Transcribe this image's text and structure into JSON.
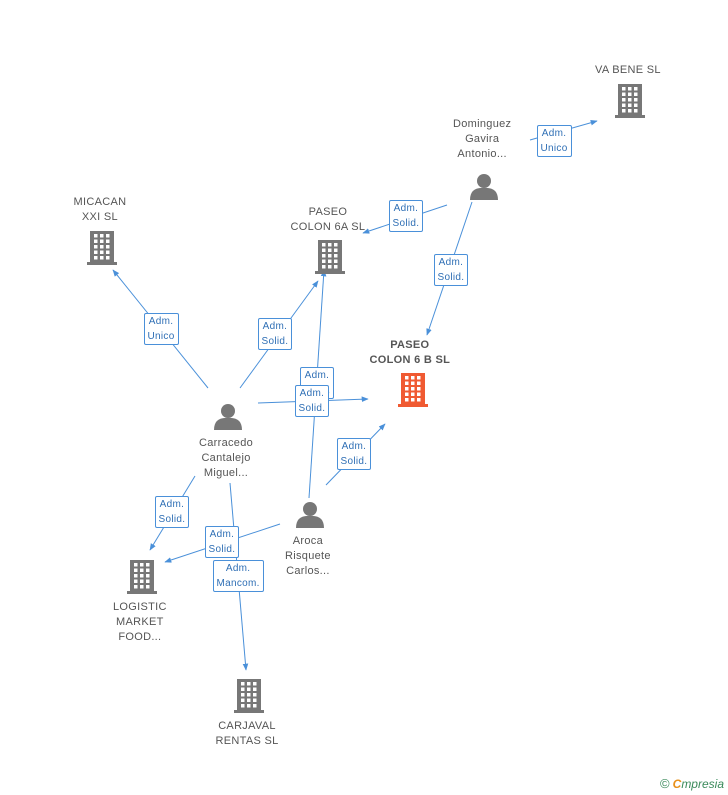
{
  "colors": {
    "company": "#777777",
    "focus": "#f05a32",
    "person": "#777777",
    "edge": "#4a90d9"
  },
  "nodes": [
    {
      "id": "vabene",
      "kind": "company",
      "lines": [
        "VA BENE SL"
      ]
    },
    {
      "id": "dominguez",
      "kind": "person",
      "lines": [
        "Dominguez",
        "Gavira",
        "Antonio..."
      ]
    },
    {
      "id": "micacan",
      "kind": "company",
      "lines": [
        "MICACAN",
        "XXI SL"
      ]
    },
    {
      "id": "paseo6a",
      "kind": "company",
      "lines": [
        "PASEO",
        "COLON 6A SL"
      ]
    },
    {
      "id": "paseo6b",
      "kind": "company",
      "focus": true,
      "lines": [
        "PASEO",
        "COLON 6 B SL"
      ]
    },
    {
      "id": "carracedo",
      "kind": "person",
      "lines": [
        "Carracedo",
        "Cantalejo",
        "Miguel..."
      ]
    },
    {
      "id": "aroca",
      "kind": "person",
      "lines": [
        "Aroca",
        "Risquete",
        "Carlos..."
      ]
    },
    {
      "id": "logistic",
      "kind": "company",
      "lines": [
        "LOGISTIC",
        "MARKET",
        "FOOD..."
      ]
    },
    {
      "id": "carjaval",
      "kind": "company",
      "lines": [
        "CARJAVAL",
        "RENTAS SL"
      ]
    }
  ],
  "edges": [
    {
      "id": "e1",
      "from": "dominguez",
      "to": "vabene",
      "lines": [
        "Adm.",
        "Unico"
      ]
    },
    {
      "id": "e2",
      "from": "dominguez",
      "to": "paseo6a",
      "lines": [
        "Adm.",
        "Solid."
      ]
    },
    {
      "id": "e3",
      "from": "dominguez",
      "to": "paseo6b",
      "lines": [
        "Adm.",
        "Solid."
      ]
    },
    {
      "id": "e4",
      "from": "carracedo",
      "to": "micacan",
      "lines": [
        "Adm.",
        "Unico"
      ]
    },
    {
      "id": "e5",
      "from": "carracedo",
      "to": "paseo6a",
      "lines": [
        "Adm.",
        "Solid."
      ]
    },
    {
      "id": "e6",
      "from": "aroca",
      "to": "paseo6a",
      "lines": [
        "Adm.",
        "Solid."
      ]
    },
    {
      "id": "e7",
      "from": "carracedo",
      "to": "paseo6b",
      "lines": [
        "Adm.",
        "Solid."
      ]
    },
    {
      "id": "e8",
      "from": "aroca",
      "to": "paseo6b",
      "lines": [
        "Adm.",
        "Solid."
      ]
    },
    {
      "id": "e9",
      "from": "carracedo",
      "to": "logistic",
      "lines": [
        "Adm.",
        "Solid."
      ]
    },
    {
      "id": "e10",
      "from": "aroca",
      "to": "logistic",
      "lines": [
        "Adm.",
        "Solid."
      ]
    },
    {
      "id": "e11",
      "from": "carracedo",
      "to": "carjaval",
      "lines": [
        "Adm.",
        "Mancom."
      ]
    }
  ],
  "brand": {
    "copyright": "©",
    "initial": "C",
    "rest": "mpresia"
  }
}
